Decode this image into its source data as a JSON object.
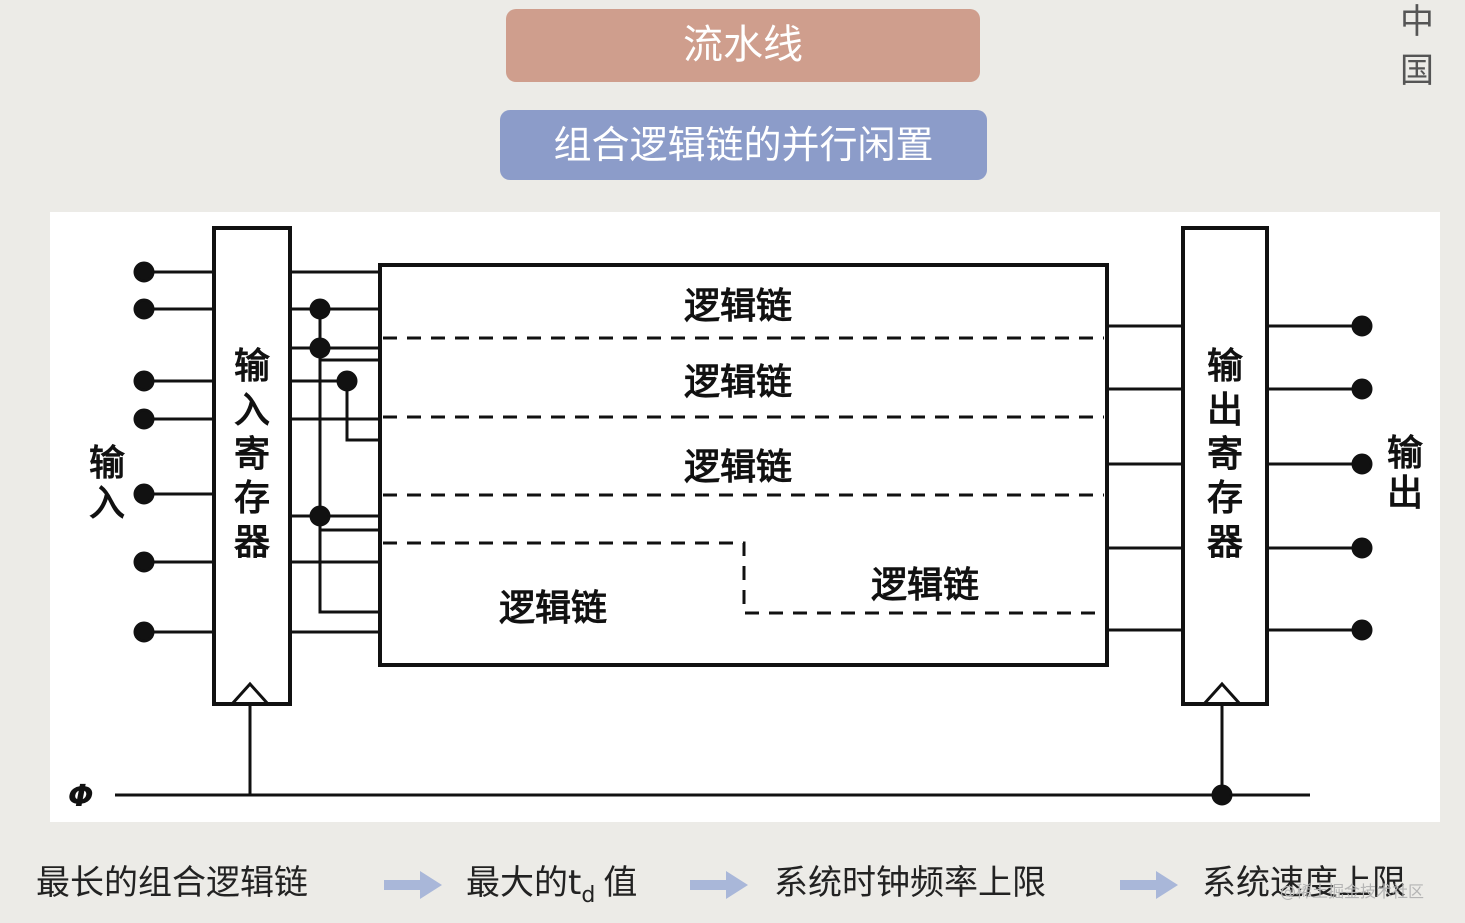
{
  "header": {
    "title": "流水线",
    "subtitle": "组合逻辑链的并行闲置",
    "logo_text": "中国"
  },
  "diagram": {
    "input_label": "输入",
    "output_label": "输出",
    "input_register_label": "输入寄存器",
    "output_register_label": "输出寄存器",
    "clock_label": "Φ",
    "logic_chain_labels": [
      "逻辑链",
      "逻辑链",
      "逻辑链",
      "逻辑链",
      "逻辑链"
    ]
  },
  "bottom_flow": {
    "steps": [
      "最长的组合逻辑链",
      "最大的t",
      "值",
      "系统时钟频率上限",
      "系统速度上限"
    ],
    "subscript": "d"
  },
  "watermark": "@稀土掘金技术社区",
  "colors": {
    "title_bg": "#cf9e8d",
    "subtitle_bg": "#8c9cc9",
    "arrow": "#a9b7d9"
  }
}
